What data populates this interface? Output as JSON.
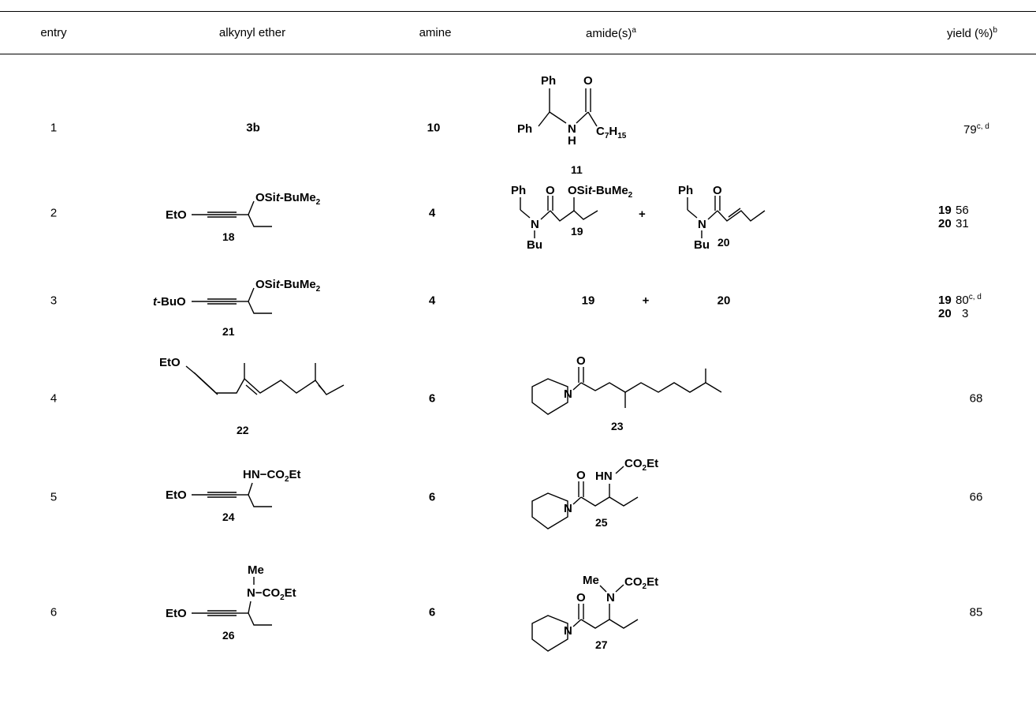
{
  "table": {
    "headers": {
      "entry": "entry",
      "alkynyl_ether": "alkynyl ether",
      "amine": "amine",
      "amides": "amide(s)",
      "amides_note": "a",
      "yield": "yield (%)",
      "yield_note": "b"
    },
    "rows": [
      {
        "entry": "1",
        "alkynyl_ether": "3b",
        "amine": "10",
        "amide_labels": [
          "11"
        ],
        "amide_atoms": {
          "ph_top": "Ph",
          "o": "O",
          "ph_left": "Ph",
          "nh_n": "N",
          "nh_h": "H",
          "chain_c": "C",
          "chain_sub1": "7",
          "chain_h": "H",
          "chain_sub2": "15"
        },
        "yields": [
          {
            "compound": "",
            "value": "79",
            "note": "c, d"
          }
        ]
      },
      {
        "entry": "2",
        "alkynyl_ether_label": "18",
        "ether_atoms": {
          "eto": "EtO",
          "osi": "OSi",
          "t": "t",
          "bume": "-BuMe",
          "sub2": "2"
        },
        "amine": "4",
        "amide_labels": [
          "19",
          "20"
        ],
        "amide_atoms": {
          "ph": "Ph",
          "o": "O",
          "n": "N",
          "bu": "Bu",
          "plus": "+"
        },
        "yields": [
          {
            "compound": "19",
            "value": "56",
            "note": ""
          },
          {
            "compound": "20",
            "value": "31",
            "note": ""
          }
        ]
      },
      {
        "entry": "3",
        "alkynyl_ether_label": "21",
        "ether_atoms": {
          "tbuo_t": "t",
          "tbuo_rest": "-BuO",
          "osi": "OSi",
          "t": "t",
          "bume": "-BuMe",
          "sub2": "2"
        },
        "amine": "4",
        "amide_labels": [
          "19",
          "20"
        ],
        "plus": "+",
        "yields": [
          {
            "compound": "19",
            "value": "80",
            "note": "c, d"
          },
          {
            "compound": "20",
            "value": "3",
            "note": ""
          }
        ]
      },
      {
        "entry": "4",
        "alkynyl_ether_label": "22",
        "ether_atoms": {
          "eto": "EtO"
        },
        "amine": "6",
        "amide_labels": [
          "23"
        ],
        "amide_atoms": {
          "o": "O",
          "n": "N"
        },
        "yields": [
          {
            "compound": "",
            "value": "68",
            "note": ""
          }
        ]
      },
      {
        "entry": "5",
        "alkynyl_ether_label": "24",
        "ether_atoms": {
          "eto": "EtO",
          "hn": "HN",
          "dash": "−",
          "co": "CO",
          "sub2": "2",
          "et": "Et"
        },
        "amine": "6",
        "amide_labels": [
          "25"
        ],
        "amide_atoms": {
          "o": "O",
          "n": "N",
          "hn": "HN",
          "co": "CO",
          "sub2": "2",
          "et": "Et"
        },
        "yields": [
          {
            "compound": "",
            "value": "66",
            "note": ""
          }
        ]
      },
      {
        "entry": "6",
        "alkynyl_ether_label": "26",
        "ether_atoms": {
          "eto": "EtO",
          "me": "Me",
          "n": "N",
          "dash": "−",
          "co": "CO",
          "sub2": "2",
          "et": "Et"
        },
        "amine": "6",
        "amide_labels": [
          "27"
        ],
        "amide_atoms": {
          "o": "O",
          "n": "N",
          "me": "Me",
          "co": "CO",
          "sub2": "2",
          "et": "Et"
        },
        "yields": [
          {
            "compound": "",
            "value": "85",
            "note": ""
          }
        ]
      }
    ]
  }
}
